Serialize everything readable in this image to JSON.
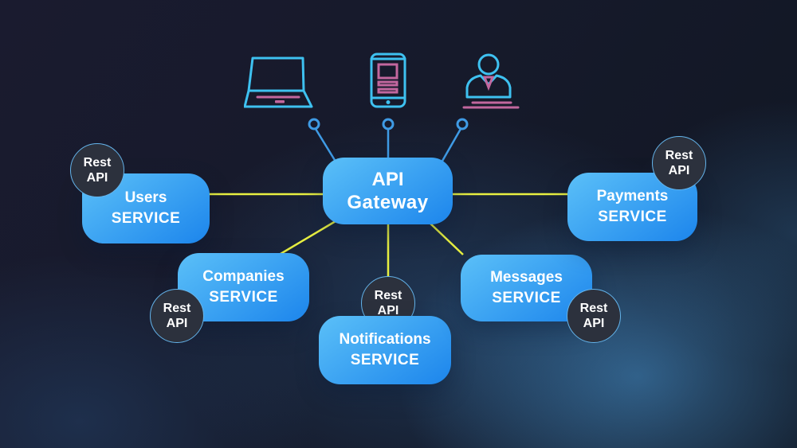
{
  "colors": {
    "accent_yellow": "#e8f041",
    "connector_blue": "#3f9be5",
    "icon_cyan": "#3ec1f0",
    "icon_pink": "#c2679e",
    "box_gradient_start": "#5bc0f8",
    "box_gradient_end": "#1c85ec",
    "badge_fill": "#2c313d",
    "badge_ring": "#64b4eb",
    "text_white": "#ffffff"
  },
  "gateway": {
    "line1": "API",
    "line2": "Gateway"
  },
  "services": {
    "users": {
      "line1": "Users",
      "line2": "SERVICE"
    },
    "companies": {
      "line1": "Companies",
      "line2": "SERVICE"
    },
    "notifications": {
      "line1": "Notifications",
      "line2": "SERVICE"
    },
    "messages": {
      "line1": "Messages",
      "line2": "SERVICE"
    },
    "payments": {
      "line1": "Payments",
      "line2": "SERVICE"
    }
  },
  "badge": {
    "line1": "Rest",
    "line2": "API"
  },
  "icons": [
    {
      "name": "laptop-icon"
    },
    {
      "name": "smartphone-icon"
    },
    {
      "name": "person-icon"
    }
  ]
}
